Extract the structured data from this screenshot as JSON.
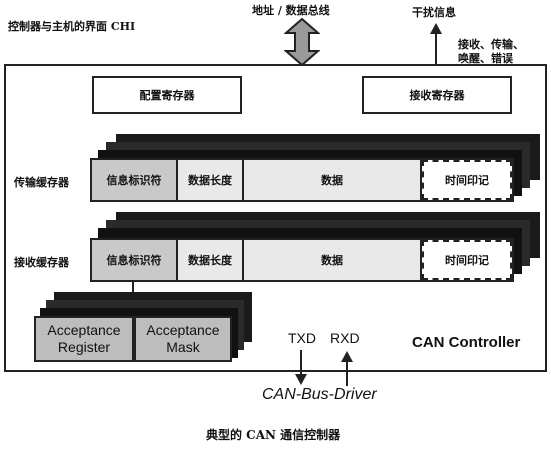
{
  "header": {
    "interface_label": "控制器与主机的界面 CHI",
    "bus_label": "地址 / 数据总线",
    "interrupt_label": "干扰信息",
    "interrupt_sub_line1": "接收、传输、",
    "interrupt_sub_line2": "唤醒、错误"
  },
  "registers": {
    "config": "配置寄存器",
    "receive": "接收寄存器"
  },
  "transmit_buffer": {
    "label": "传输缓存器",
    "cells": [
      "信息标识符",
      "数据长度",
      "数据",
      "时间印记"
    ]
  },
  "receive_buffer": {
    "label": "接收缓存器",
    "cells": [
      "信息标识符",
      "数据长度",
      "数据",
      "时间印记"
    ]
  },
  "acceptance": {
    "register_line1": "Acceptance",
    "register_line2": "Register",
    "mask_line1": "Acceptance",
    "mask_line2": "Mask"
  },
  "controller_label": "CAN Controller",
  "signals": {
    "txd": "TXD",
    "rxd": "RXD"
  },
  "driver_label": "CAN-Bus-Driver",
  "caption": "典型的 CAN 通信控制器"
}
